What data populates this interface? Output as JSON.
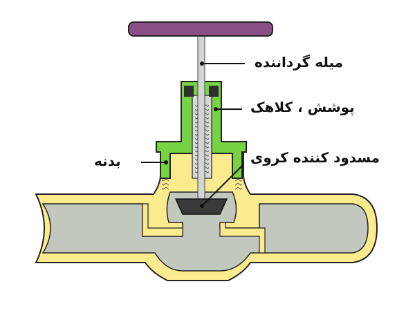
{
  "labels": {
    "stem": "میله گرداننده",
    "bonnet": "پوشش ، کلاهک",
    "disc": "مسدود کننده کروی",
    "body": "بدنه"
  },
  "colors": {
    "handwheel": "#8a4f86",
    "body": "#fbeb8f",
    "bonnet": "#78d344",
    "fluid": "#c2c8bd",
    "disc": "#3a3a3a",
    "stem": "#d4d4d4",
    "outline": "#222222"
  }
}
